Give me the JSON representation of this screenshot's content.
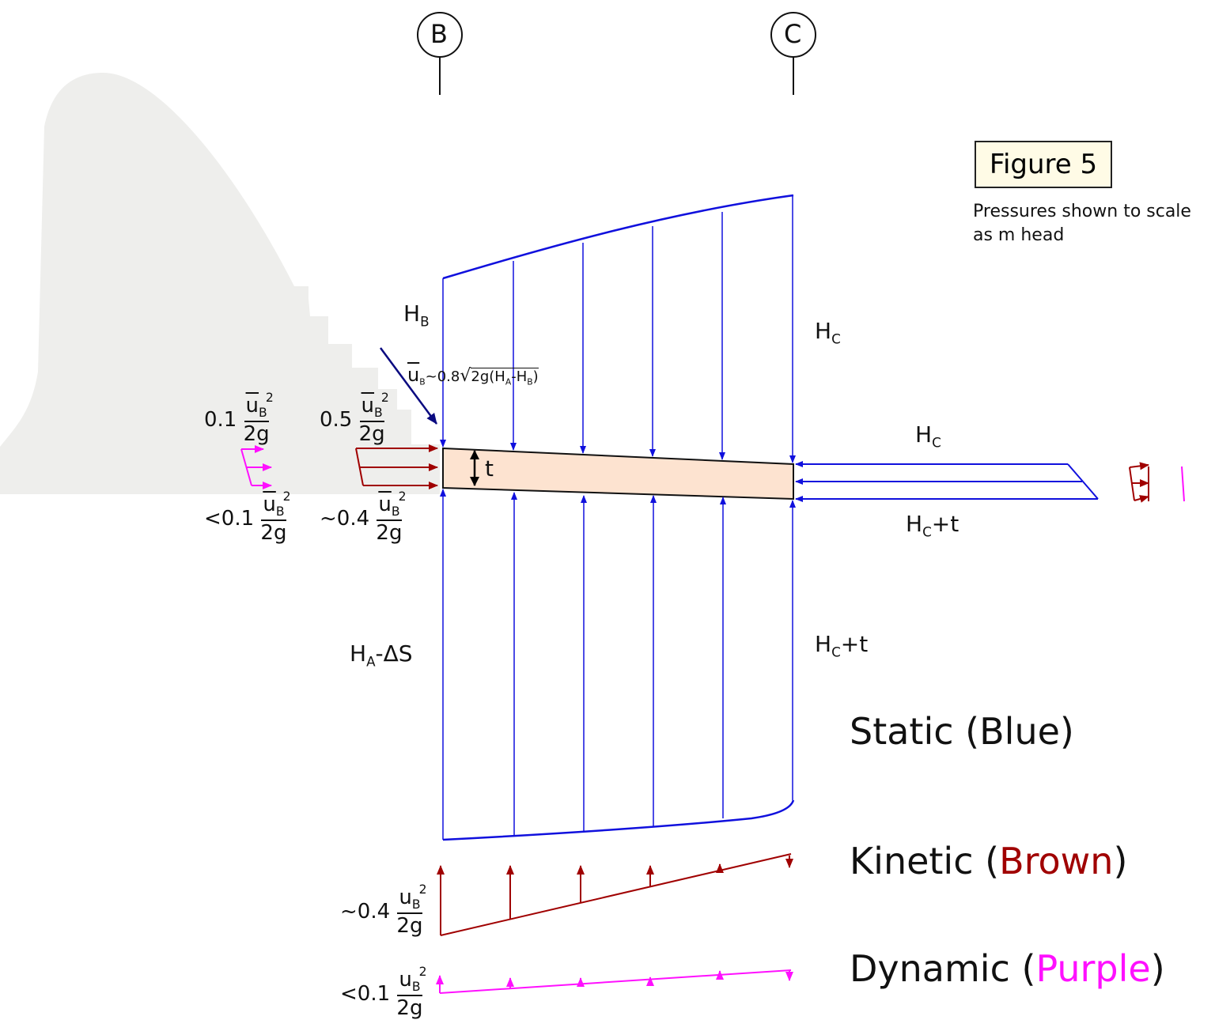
{
  "sections": {
    "b": "B",
    "c": "C"
  },
  "figure": {
    "title": "Figure 5",
    "note_line1": "Pressures shown to scale",
    "note_line2": "as m head"
  },
  "labels": {
    "hb": "H",
    "hb_sub": "B",
    "hc_top": "H",
    "hc_top_sub": "C",
    "hc_right": "H",
    "hc_right_sub": "C",
    "hct_right": "H",
    "hct_right_sub": "C",
    "hct_right_tail": "+t",
    "hct_low": "H",
    "hct_low_sub": "C",
    "hct_low_tail": "+t",
    "ha": "H",
    "ha_sub": "A",
    "ha_tail": "-ΔS",
    "thickness": "t",
    "ub_formula_u": "u",
    "ub_formula_sub": "B",
    "ub_formula_mid": "~0.8",
    "ub_formula_root": "2g(H",
    "ub_formula_root_sub1": "A",
    "ub_formula_root_mid": "-H",
    "ub_formula_root_sub2": "B",
    "ub_formula_root_end": ")"
  },
  "coefficients": {
    "c01_top": "0.1",
    "c05_top": "0.5",
    "c01_bot": "<0.1",
    "c04_bot": "~0.4",
    "kin": "~0.4",
    "dyn": "<0.1",
    "frac_u": "u",
    "frac_sub": "B",
    "frac_sup": "2",
    "frac_den": "2g"
  },
  "legend": {
    "static": "Static (Blue)",
    "kinetic_pre": "Kinetic (",
    "kinetic_word": "Brown",
    "kinetic_post": ")",
    "dynamic_pre": "Dynamic (",
    "dynamic_word": "Purple",
    "dynamic_post": ")"
  },
  "colors": {
    "static": "#1010dd",
    "kinetic": "#a00000",
    "dynamic": "#ff10ff",
    "slab": "#fde3d0",
    "dam": "#eeeeec"
  }
}
